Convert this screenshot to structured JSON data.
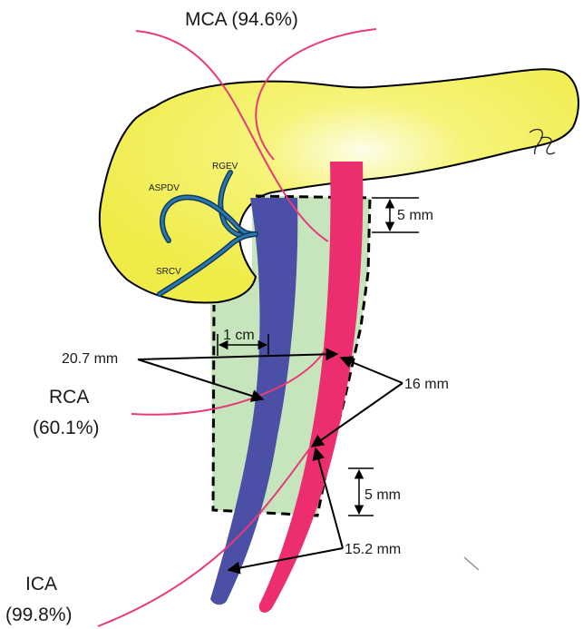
{
  "labels": {
    "mca": "MCA (94.6%)",
    "rca_name": "RCA",
    "rca_pct": "(60.1%)",
    "ica_name": "ICA",
    "ica_pct": "(99.8%)",
    "aspdv": "ASPDV",
    "rgev": "RGEV",
    "srcv": "SRCV",
    "one_cm": "1 cm",
    "five_mm_top": "5 mm",
    "five_mm_bottom": "5 mm",
    "dist_207": "20.7 mm",
    "dist_16": "16 mm",
    "dist_152": "15.2 mm"
  },
  "colors": {
    "pancreas": "#f4f25a",
    "field": "#c6e5bd",
    "vein": "#4b50a6",
    "sma": "#ec2d6f",
    "artery_line": "#e83a7a",
    "tributary": "#1f5d8a",
    "ink": "#000000"
  },
  "icons": {
    "signature": "signature-mark"
  }
}
